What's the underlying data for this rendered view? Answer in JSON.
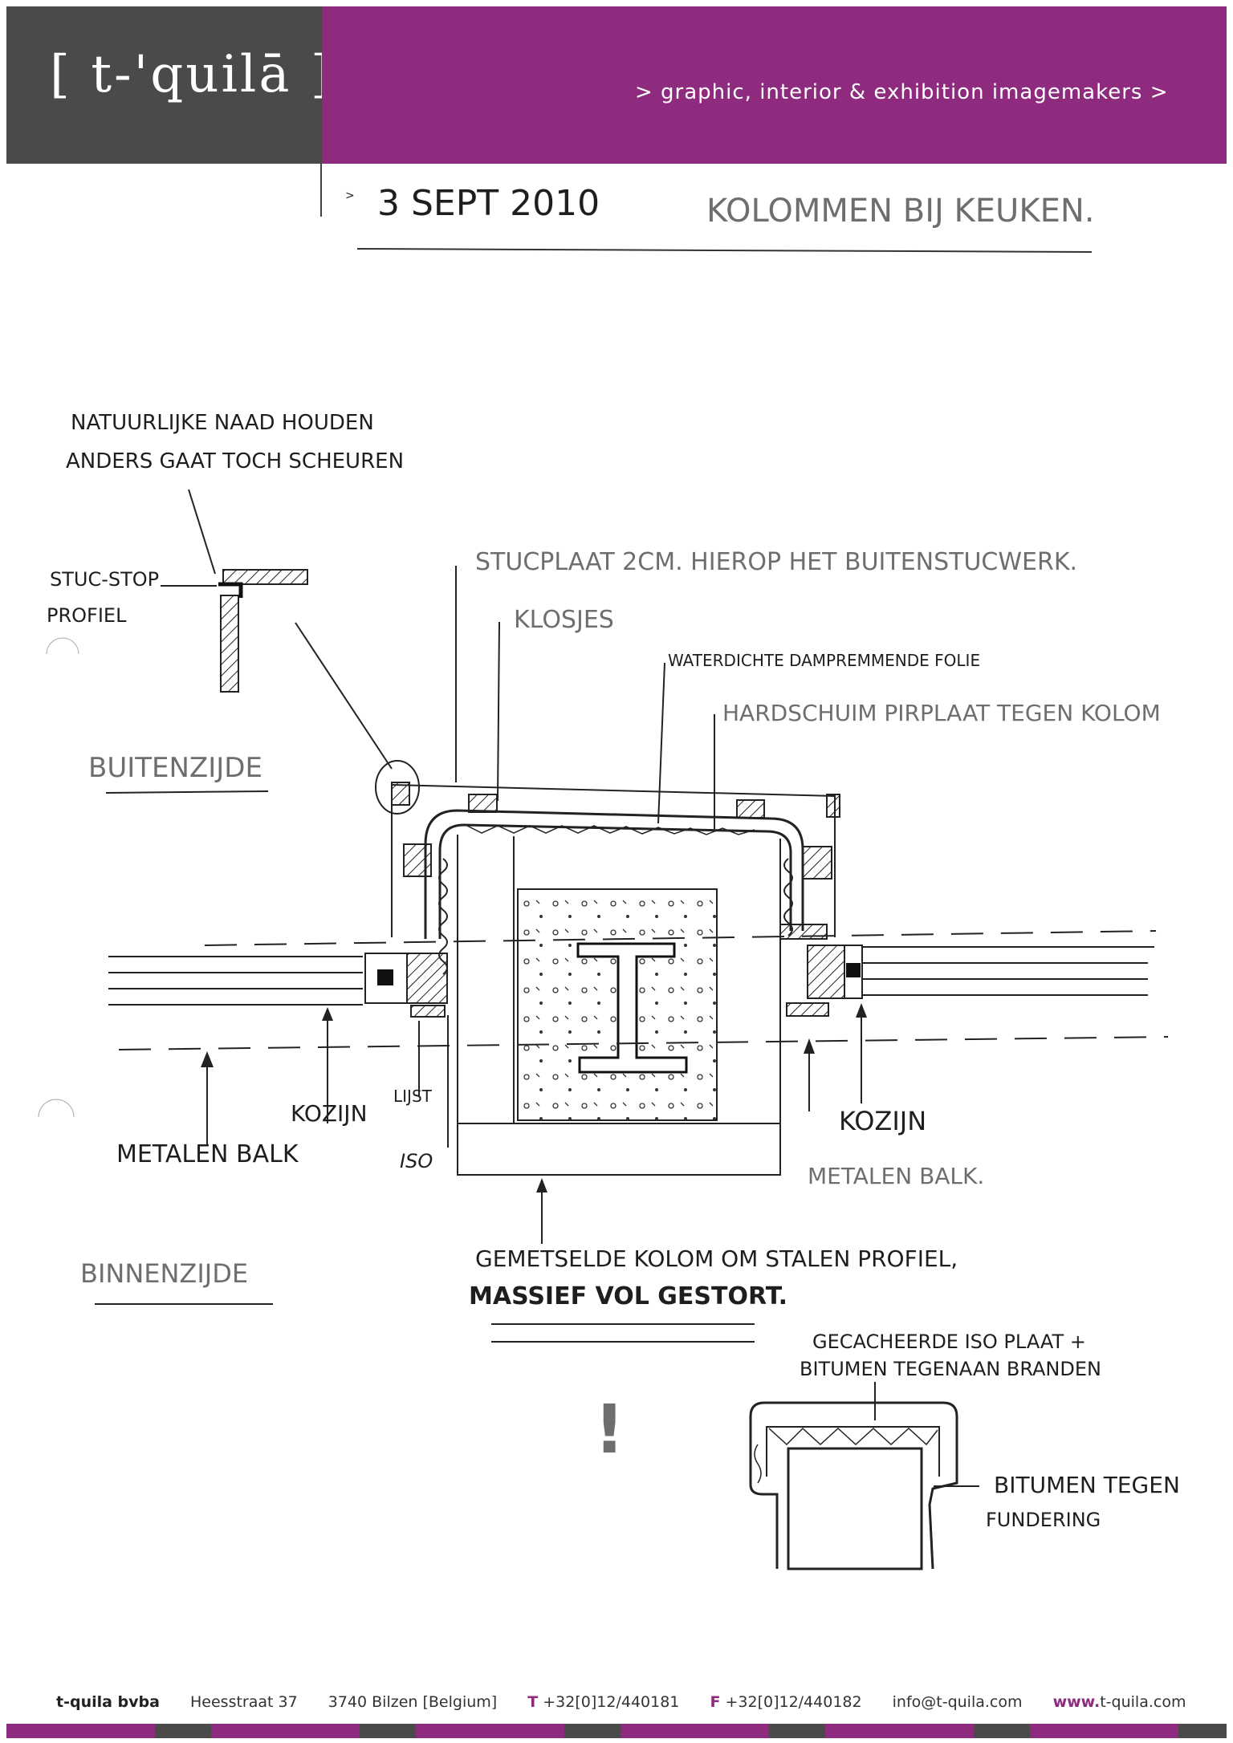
{
  "header": {
    "logo": "[ t-'quilā ]",
    "tagline": "> graphic, interior & exhibition imagemakers >"
  },
  "note": {
    "date": "3 SEPT 2010",
    "subject": "KOLOMMEN BIJ KEUKEN."
  },
  "diagram": {
    "labels": {
      "natural_seam_1": "NATUURLIJKE NAAD HOUDEN",
      "natural_seam_2": "ANDERS GAAT TOCH SCHEUREN",
      "stuc_stop_1": "STUC-STOP",
      "stuc_stop_2": "PROFIEL",
      "buitenzijde": "BUITENZIJDE",
      "stucplaat": "STUCPLAAT 2CM. HIEROP HET BUITENSTUCWERK.",
      "klosjes": "KLOSJES",
      "folie": "WATERDICHTE DAMPREMMENDE FOLIE",
      "pir": "HARDSCHUIM PIRPLAAT TEGEN KOLOM",
      "kozijn_left": "KOZIJN",
      "lijst": "LIJST",
      "iso": "ISO",
      "metalen_balk_left": "METALEN BALK",
      "kozijn_right": "KOZIJN",
      "metalen_balk_right": "METALEN BALK.",
      "binnenzijde": "BINNENZIJDE",
      "kolom_1": "GEMETSELDE KOLOM OM STALEN PROFIEL,",
      "kolom_2": "MASSIEF VOL GESTORT.",
      "exclamation": "!",
      "iso_plaat_1": "GECACHEERDE ISO PLAAT +",
      "iso_plaat_2": "BITUMEN TEGENAAN BRANDEN",
      "bitumen_1": "BITUMEN TEGEN",
      "bitumen_2": "FUNDERING"
    }
  },
  "footer": {
    "company": "t-quila bvba",
    "street": "Heesstraat 37",
    "city": "3740 Bilzen [Belgium]",
    "phone_prefix": "T",
    "phone": "+32[0]12/440181",
    "fax_prefix": "F",
    "fax": "+32[0]12/440182",
    "email": "info@t-quila.com",
    "web_prefix": "www.",
    "web_domain": "t-quila.com"
  },
  "colors": {
    "brand_purple": "#8e2b7e",
    "dark_gray": "#4a4a4a"
  }
}
